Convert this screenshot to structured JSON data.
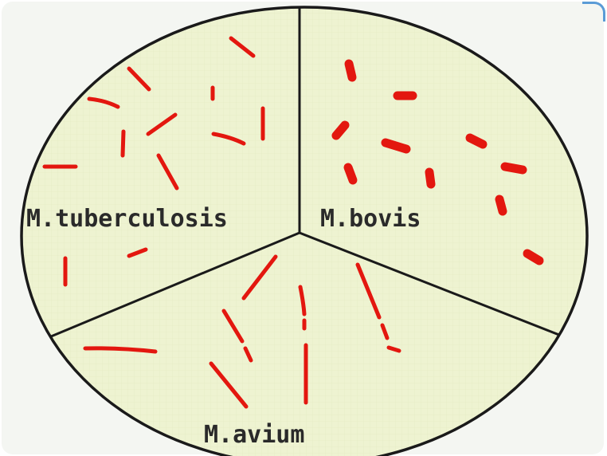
{
  "labels": {
    "tuberculosis": "M.tuberculosis",
    "bovis": "M.bovis",
    "avium": "M.avium"
  },
  "colors": {
    "plate": "#edf3cf",
    "outline": "#1a1a1a",
    "bacilli": "#e3170f",
    "text": "#2a2a2a"
  }
}
